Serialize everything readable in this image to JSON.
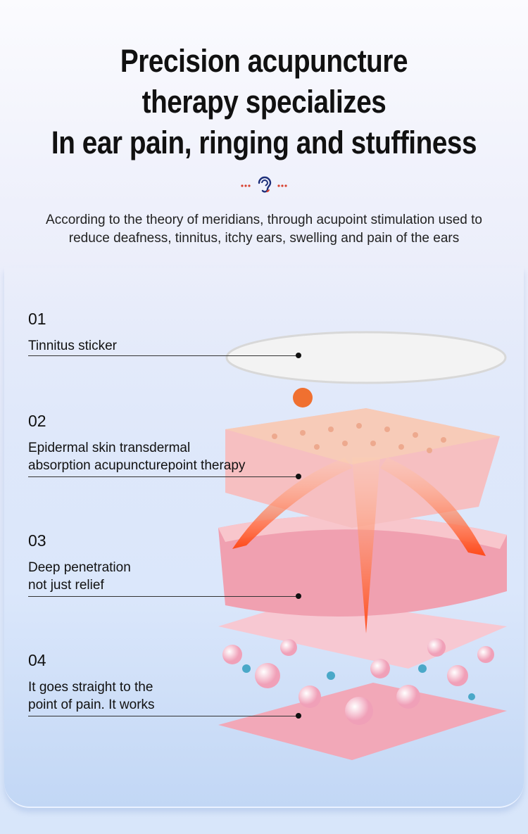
{
  "title": [
    "Precision acupuncture",
    "therapy specializes",
    "In ear pain, ringing and stuffiness"
  ],
  "intro": [
    "According to the theory of meridians, through acupoint stimulation used to",
    "reduce deafness, tinnitus, itchy ears, swelling and pain of the ears"
  ],
  "icon": "ear-icon",
  "layers": [
    {
      "num": "01",
      "lines": [
        "Tinnitus sticker"
      ]
    },
    {
      "num": "02",
      "lines": [
        "Epidermal skin transdermal",
        "absorption acupuncturepoint therapy"
      ]
    },
    {
      "num": "03",
      "lines": [
        "Deep penetration",
        "not just relief"
      ]
    },
    {
      "num": "04",
      "lines": [
        "It goes straight to the",
        "point of pain. It works"
      ]
    }
  ],
  "colors": {
    "accent": "#e8452a",
    "title": "#111111",
    "ear": "#1d2f7a"
  }
}
